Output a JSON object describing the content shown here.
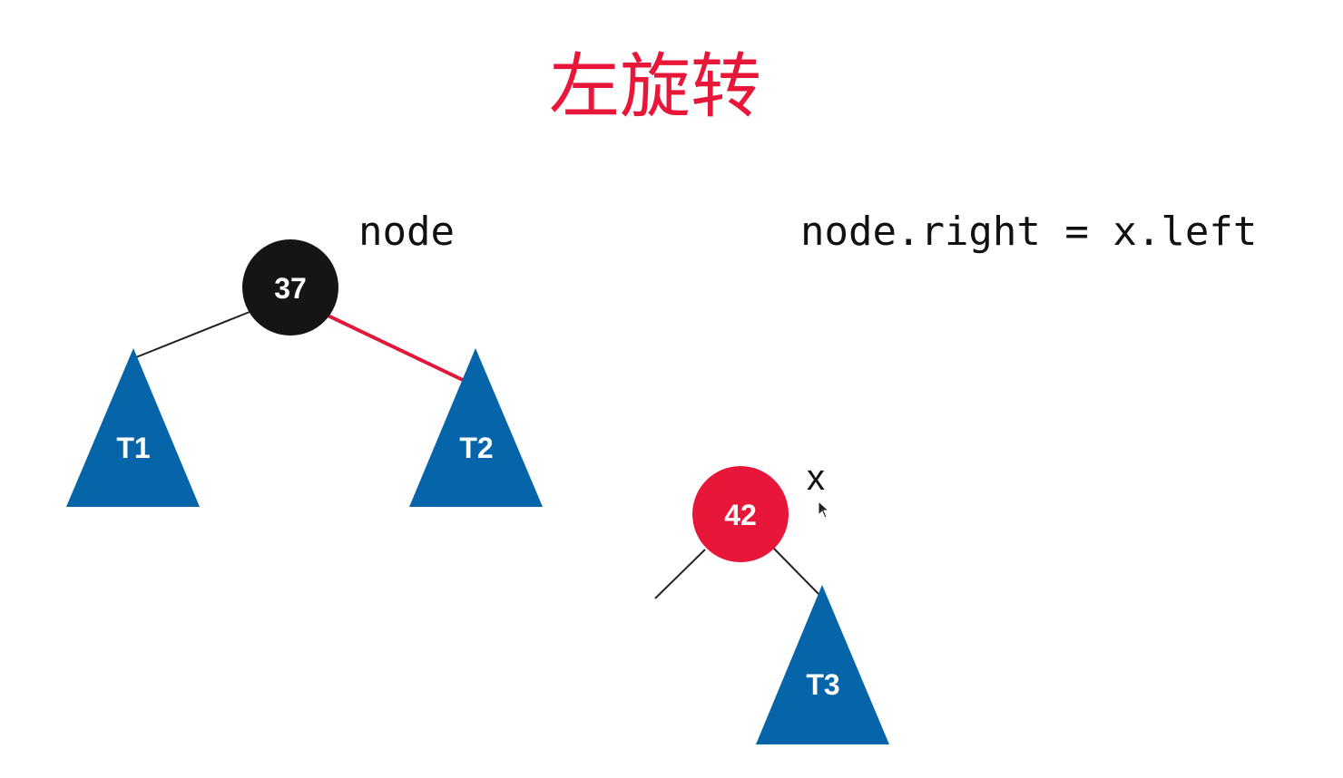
{
  "title": "左旋转",
  "code_line": "node.right = x.left",
  "colors": {
    "title": "#e8173a",
    "black_node": "#151515",
    "red_node": "#e8173a",
    "subtree": "#0565a8",
    "red_edge": "#e0193a",
    "black_edge": "#222222"
  },
  "nodes": [
    {
      "id": "node",
      "value": "37",
      "color": "black",
      "label": "node"
    },
    {
      "id": "x",
      "value": "42",
      "color": "red",
      "label": "x"
    }
  ],
  "subtrees": [
    {
      "id": "T1",
      "label": "T1"
    },
    {
      "id": "T2",
      "label": "T2"
    },
    {
      "id": "T3",
      "label": "T3"
    }
  ]
}
